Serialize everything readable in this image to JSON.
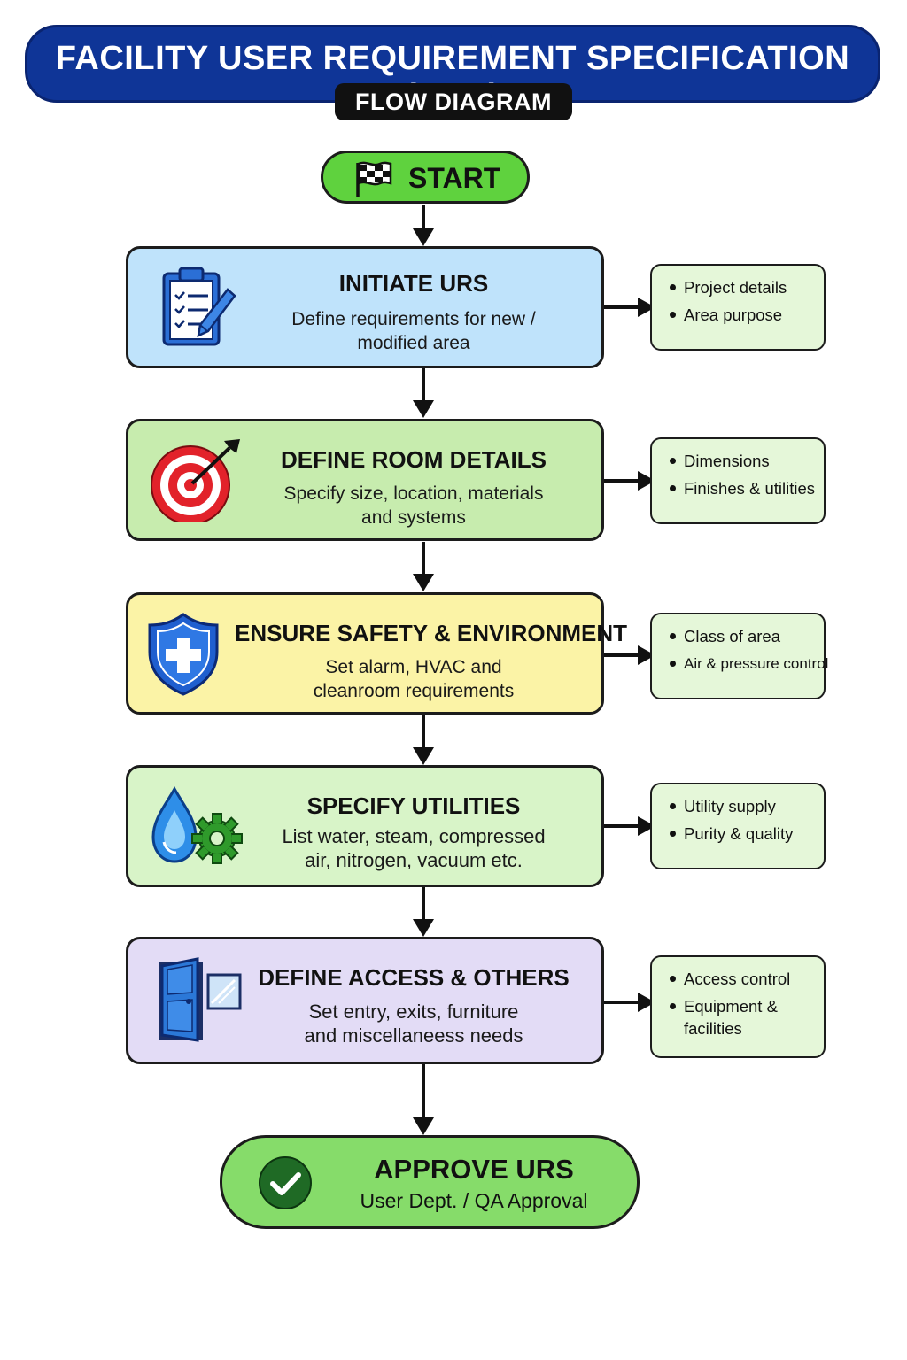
{
  "header": {
    "title": "FACILITY USER REQUIREMENT SPECIFICATION (URS)",
    "subtitle": "FLOW DIAGRAM"
  },
  "start": {
    "label": "START",
    "icon": "checkered-flag-icon"
  },
  "steps": [
    {
      "title": "INITIATE URS",
      "desc_lines": [
        "Define requirements for new /",
        "modified area"
      ],
      "icon": "clipboard-pencil-icon",
      "fill": "#bfe3fb",
      "notes": [
        "Project details",
        "Area purpose"
      ]
    },
    {
      "title": "DEFINE ROOM DETAILS",
      "desc_lines": [
        "Specify size, location, materials",
        "and systems"
      ],
      "icon": "target-icon",
      "fill": "#c7ecae",
      "notes": [
        "Dimensions",
        "Finishes & utilities"
      ]
    },
    {
      "title": "ENSURE SAFETY & ENVIRONMENT",
      "desc_lines": [
        "Set alarm, HVAC and",
        "cleanroom requirements"
      ],
      "icon": "shield-cross-icon",
      "fill": "#fbf3a6",
      "notes": [
        "Class of area",
        "Air & pressure control"
      ]
    },
    {
      "title": "SPECIFY UTILITIES",
      "desc_lines": [
        "List water, steam, compressed",
        "air, nitrogen, vacuum etc."
      ],
      "icon": "water-gear-icon",
      "fill": "#d8f4c8",
      "notes": [
        "Utility supply",
        "Purity & quality"
      ]
    },
    {
      "title": "DEFINE ACCESS & OTHERS",
      "desc_lines": [
        "Set entry, exits, furniture",
        "and miscellaneess needs"
      ],
      "icon": "door-window-icon",
      "fill": "#e3dcf6",
      "notes": [
        "Access control",
        "Equipment & facilities"
      ]
    }
  ],
  "approve": {
    "title": "APPROVE URS",
    "subtitle": "User Dept. / QA Approval",
    "icon": "checkmark-circle-icon"
  },
  "colors": {
    "header_blue": "#0f3597",
    "start_green": "#5fd23e",
    "approve_green": "#86dc6a",
    "note_fill": "#e5f7d9"
  }
}
